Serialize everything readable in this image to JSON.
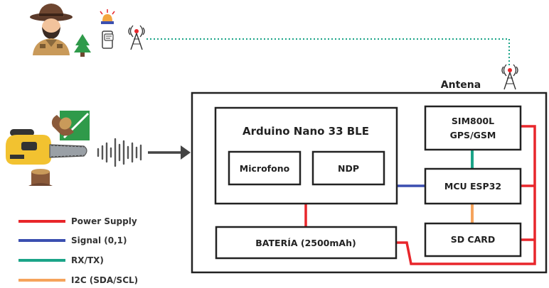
{
  "diagram": {
    "antenna_label": "Antena",
    "blocks": {
      "arduino": "Arduino Nano 33 BLE",
      "microfono": "Microfono",
      "ndp": "NDP",
      "sim800l_line1": "SIM800L",
      "sim800l_line2": "GPS/GSM",
      "mcu": "MCU ESP32",
      "sd_card": "SD CARD",
      "bateria": "BATERÍA (2500mAh)"
    },
    "legend": [
      {
        "label": "Power Supply",
        "color": "#e8262b"
      },
      {
        "label": "Signal (0,1)",
        "color": "#3b4fb0"
      },
      {
        "label": "RX/TX)",
        "color": "#1ba488"
      },
      {
        "label": "I2C (SDA/SCL)",
        "color": "#f5a35c"
      }
    ],
    "icons": [
      "ranger-icon",
      "tree-icon",
      "alarm-icon",
      "phone-message-icon",
      "antenna-tower-icon",
      "chainsaw-icon",
      "cut-tree-icon",
      "stump-icon",
      "sound-wave-icon",
      "arrow-right-icon"
    ]
  }
}
